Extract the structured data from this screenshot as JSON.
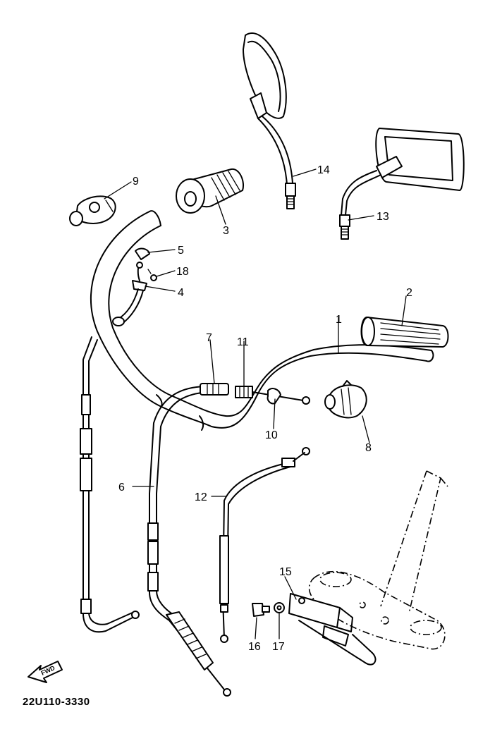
{
  "diagram": {
    "reference_code": "22U110-3330",
    "find_badge": "FWD",
    "labels": {
      "p1": "1",
      "p2": "2",
      "p3": "3",
      "p4": "4",
      "p5": "5",
      "p6": "6",
      "p7": "7",
      "p8": "8",
      "p9": "9",
      "p10": "10",
      "p11": "11",
      "p12": "12",
      "p13": "13",
      "p14": "14",
      "p15": "15",
      "p16": "16",
      "p17": "17",
      "p18": "18"
    }
  }
}
